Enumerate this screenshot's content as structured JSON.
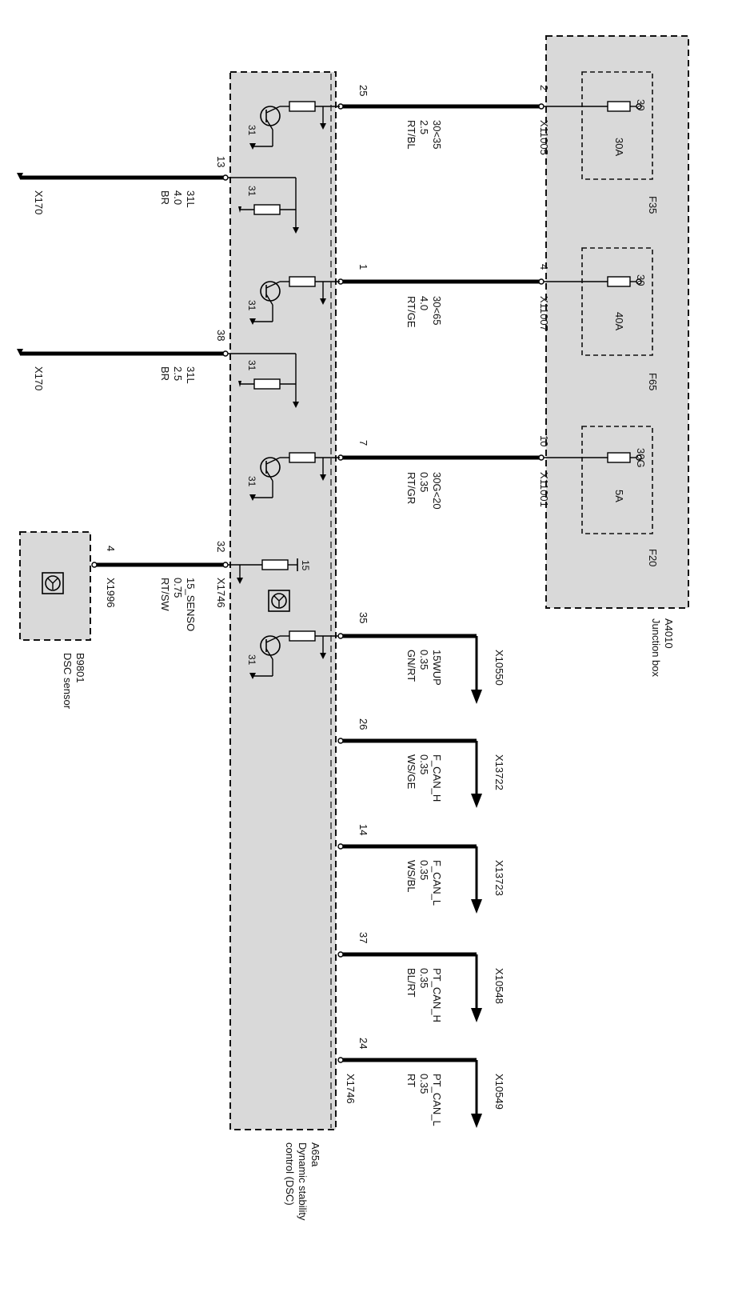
{
  "colors": {
    "module_fill": "#d9d9d9",
    "wire": "#000000",
    "dash": "#111111"
  },
  "modules": {
    "junction_box": {
      "id": "A4010",
      "name": "Junction box"
    },
    "dsc_module": {
      "id": "A65a",
      "name": "Dynamic stability control (DSC)",
      "name_line1": "Dynamic stability",
      "name_line2": "control (DSC)"
    },
    "dsc_sensor": {
      "id": "B9801",
      "name": "DSC sensor"
    }
  },
  "fuses": [
    {
      "id": "F35",
      "terminal": "30",
      "rating": "30A"
    },
    {
      "id": "F65",
      "terminal": "30",
      "rating": "40A"
    },
    {
      "id": "F20",
      "terminal": "30G",
      "rating": "5A"
    }
  ],
  "supply_wires": [
    {
      "dsc_pin": "25",
      "jb_pin": "2",
      "connector": "X11005",
      "signal": "30<35",
      "size": "2.5",
      "color": "RT/BL"
    },
    {
      "dsc_pin": "1",
      "jb_pin": "4",
      "connector": "X11007",
      "signal": "30<65",
      "size": "4.0",
      "color": "RT/GE"
    },
    {
      "dsc_pin": "7",
      "jb_pin": "10",
      "connector": "X11001",
      "signal": "30G<20",
      "size": "0.35",
      "color": "RT/GR"
    }
  ],
  "ground_wires": [
    {
      "dsc_pin": "13",
      "connector": "X170",
      "signal": "31L",
      "size": "4.0",
      "color": "BR",
      "internal_ground": "31"
    },
    {
      "dsc_pin": "38",
      "connector": "X170",
      "signal": "31L",
      "size": "2.5",
      "color": "BR",
      "internal_ground": "31"
    }
  ],
  "transistor_ground_labels": [
    "31",
    "31",
    "31",
    "31"
  ],
  "sensor_wire": {
    "dsc_pin": "32",
    "sensor_pin": "4",
    "dsc_connector": "X1746",
    "sensor_connector": "X1996",
    "signal": "15_SENSO",
    "size": "0.75",
    "color": "RT/SW",
    "terminal": "15"
  },
  "output_wires": [
    {
      "dsc_pin": "35",
      "connector": "X10550",
      "signal": "15WUP",
      "size": "0.35",
      "color": "GN/RT"
    },
    {
      "dsc_pin": "26",
      "connector": "X13722",
      "signal": "F_CAN_H",
      "size": "0.35",
      "color": "WS/GE"
    },
    {
      "dsc_pin": "14",
      "connector": "X13723",
      "signal": "F_CAN_L",
      "size": "0.35",
      "color": "WS/BL"
    },
    {
      "dsc_pin": "37",
      "connector": "X10548",
      "signal": "PT_CAN_H",
      "size": "0.35",
      "color": "BL/RT"
    },
    {
      "dsc_pin": "24",
      "connector": "X10549",
      "signal": "PT_CAN_L",
      "size": "0.35",
      "color": "RT"
    }
  ],
  "dsc_connector_bottom": "X1746"
}
